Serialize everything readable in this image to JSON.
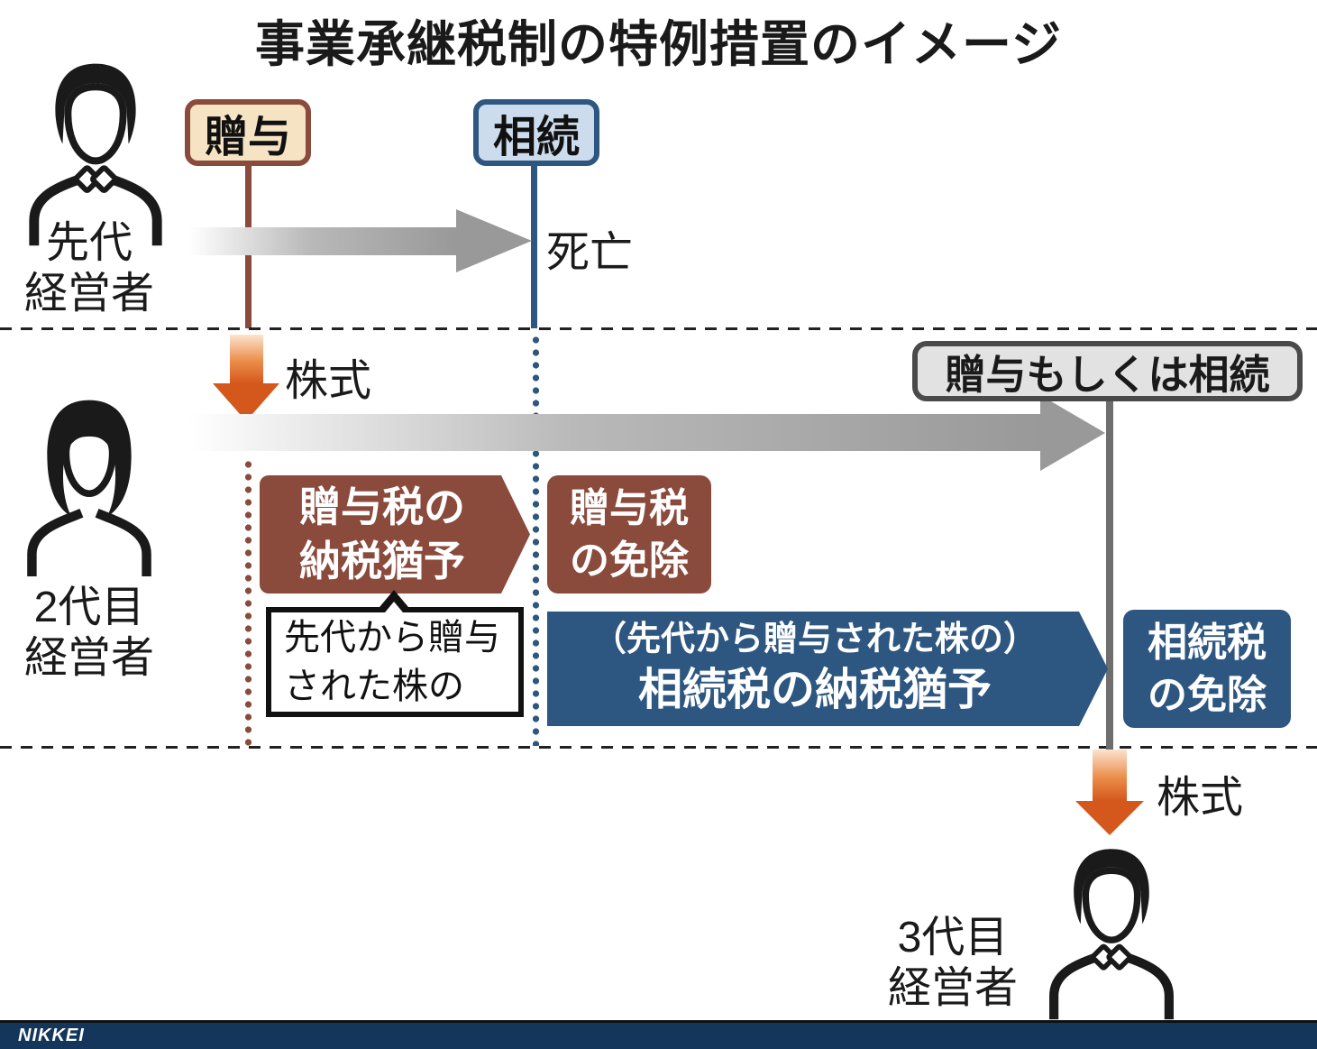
{
  "title": "事業承継税制の特例措置のイメージ",
  "colors": {
    "brown": "#8a4a3c",
    "tan": "#f5e3c3",
    "blue": "#2d5680",
    "light_blue": "#ccdcec",
    "orange": "#d4581c",
    "gray_arrow": "#999999",
    "navy_bar": "#14365a"
  },
  "gen1": {
    "name_line1": "先代",
    "name_line2": "経営者",
    "gift_badge": "贈与",
    "inherit_badge": "相続",
    "death": "死亡"
  },
  "gen2": {
    "name_line1": "2代目",
    "name_line2": "経営者",
    "shares": "株式",
    "gift_deferral_line1": "贈与税の",
    "gift_deferral_line2": "納税猶予",
    "gift_exempt_line1": "贈与税",
    "gift_exempt_line2": "の免除",
    "callout_line1": "先代から贈与",
    "callout_line2": "された株の",
    "inherit_deferral_line1": "（先代から贈与された株の）",
    "inherit_deferral_line2": "相続税の納税猶予",
    "inherit_exempt_line1": "相続税",
    "inherit_exempt_line2": "の免除",
    "gift_or_inherit_badge": "贈与もしくは相続"
  },
  "gen3": {
    "name_line1": "3代目",
    "name_line2": "経営者",
    "shares": "株式"
  },
  "footer": {
    "logo": "NIKKEI"
  }
}
